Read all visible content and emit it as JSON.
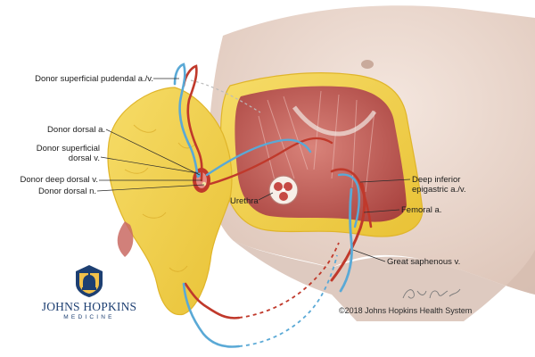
{
  "labels": {
    "pudendal": "Donor superficial pudendal a./v.",
    "dorsal_a": "Donor dorsal a.",
    "superficial_dorsal_v_1": "Donor superficial",
    "superficial_dorsal_v_2": "dorsal v.",
    "deep_dorsal_v": "Donor deep dorsal v.",
    "dorsal_n": "Donor dorsal n.",
    "urethra": "Urethra",
    "epigastric_1": "Deep inferior",
    "epigastric_2": "epigastric a./v.",
    "femoral": "Femoral a.",
    "saphenous": "Great saphenous v."
  },
  "logo": {
    "line1": "JOHNS HOPKINS",
    "line2": "MEDICINE"
  },
  "copyright": "©2018 Johns Hopkins Health System",
  "colors": {
    "fat": "#f2cf4a",
    "fat_edge": "#e0b52a",
    "muscle": "#c8605a",
    "skin": "#eddcd3",
    "artery": "#c0392b",
    "vein": "#5aa9d6",
    "brand": "#1d3f72"
  }
}
